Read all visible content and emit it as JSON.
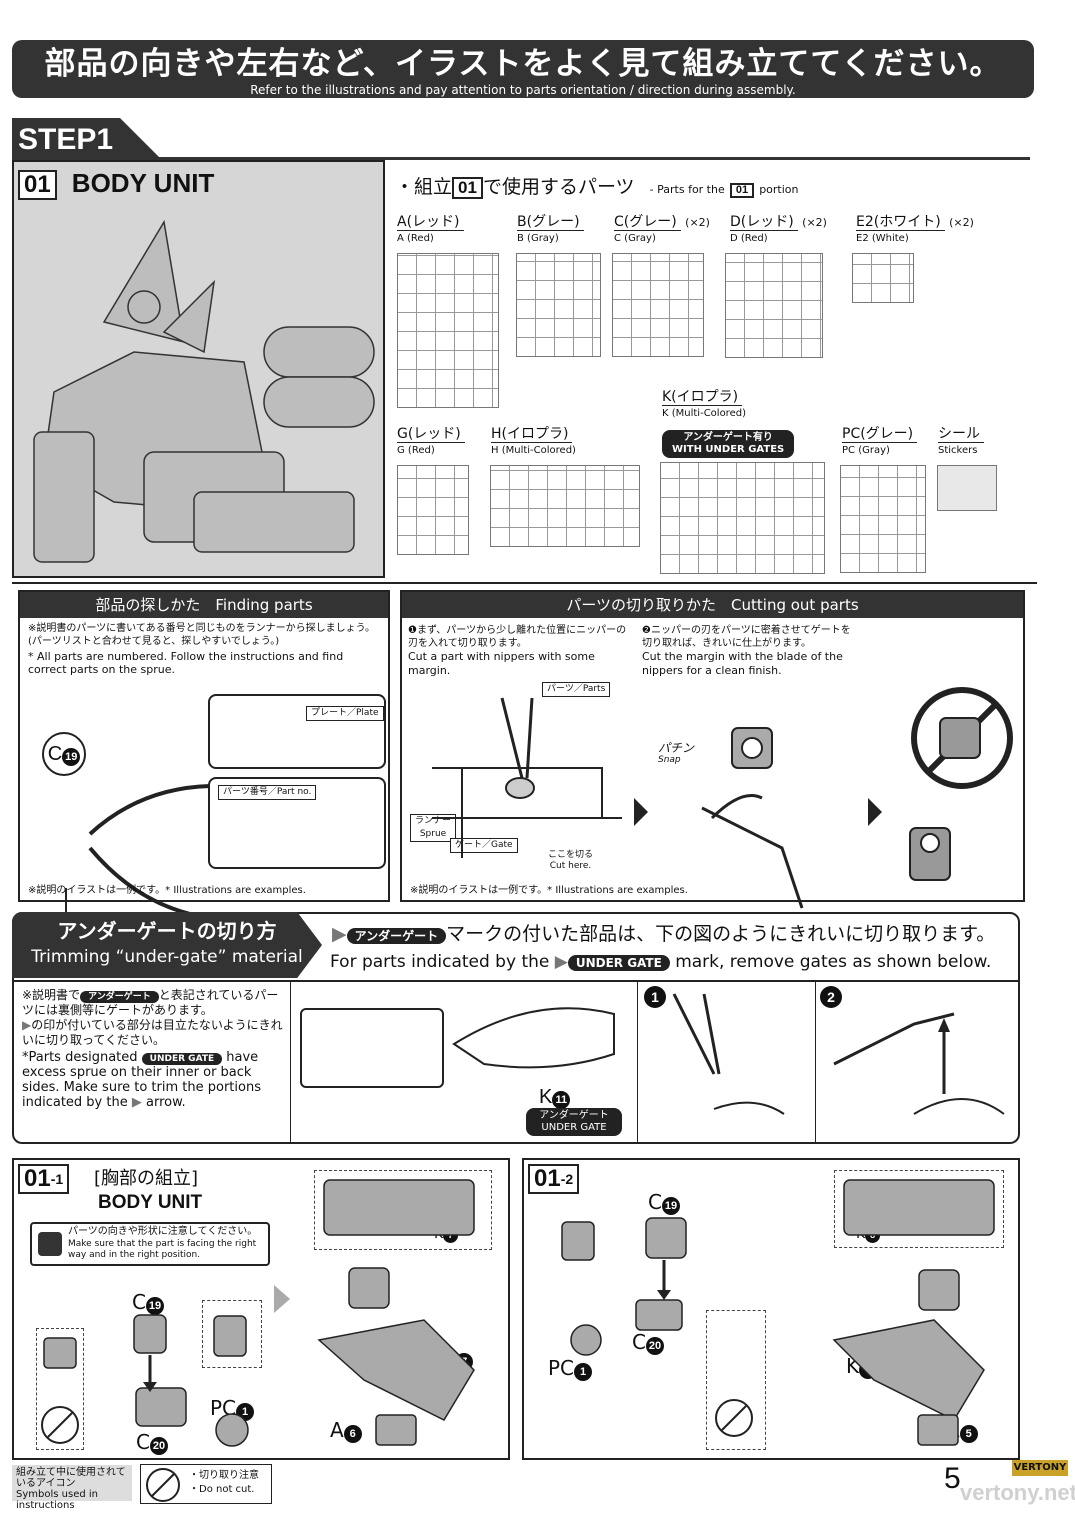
{
  "header": {
    "title_jp": "部品の向きや左右など、イラストをよく見て組み立ててください。",
    "title_en": "Refer to the illustrations and pay attention to parts orientation / direction during assembly."
  },
  "step": {
    "label": "STEP1"
  },
  "body_unit": {
    "number": "01",
    "title": "BODY UNIT"
  },
  "parts_used": {
    "prefix": "・組立",
    "number": "01",
    "suffix": "で使用するパーツ",
    "en_prefix": "- Parts for the",
    "en_suffix": "portion",
    "sprues": [
      {
        "jp": "A(レッド)",
        "en": "A (Red)",
        "qty": ""
      },
      {
        "jp": "B(グレー)",
        "en": "B (Gray)",
        "qty": ""
      },
      {
        "jp": "C(グレー)",
        "en": "C (Gray)",
        "qty": "(×2)"
      },
      {
        "jp": "D(レッド)",
        "en": "D (Red)",
        "qty": "(×2)"
      },
      {
        "jp": "E2(ホワイト)",
        "en": "E2 (White)",
        "qty": "(×2)"
      },
      {
        "jp": "G(レッド)",
        "en": "G (Red)",
        "qty": ""
      },
      {
        "jp": "H(イロプラ)",
        "en": "H (Multi-Colored)",
        "qty": ""
      },
      {
        "jp": "K(イロプラ)",
        "en": "K (Multi-Colored)",
        "qty": ""
      },
      {
        "jp": "PC(グレー)",
        "en": "PC (Gray)",
        "qty": ""
      },
      {
        "jp": "シール",
        "en": "Stickers",
        "qty": ""
      }
    ],
    "under_gate_badge_jp": "アンダーゲート有り",
    "under_gate_badge_en": "WITH UNDER GATES"
  },
  "finding_parts": {
    "title": "部品の探しかた　Finding parts",
    "note_jp": "※説明書のパーツに書いてある番号と同じものをランナーから探しましょう。(パーツリストと合わせて見ると、探しやすいでしょう。)",
    "note_en": "* All parts are numbered. Follow the instructions and find correct parts on the sprue.",
    "part_code": "C",
    "part_num": "19",
    "plate_label": "プレート／Plate",
    "partno_label": "パーツ番号／Part no.",
    "footer": "※説明のイラストは一例です。* Illustrations are examples."
  },
  "cutting_parts": {
    "title": "パーツの切り取りかた　Cutting out parts",
    "step1_jp": "❶まず、パーツから少し離れた位置にニッパーの刃を入れて切り取ります。",
    "step1_en": "Cut a part with nippers with some margin.",
    "step2_jp": "❷ニッパーの刃をパーツに密着させてゲートを切り取れば、きれいに仕上がります。",
    "step2_en": "Cut the margin with the blade of the nippers for a clean finish.",
    "parts_label": "パーツ／Parts",
    "runner_label_jp": "ランナー",
    "runner_label_en": "Sprue",
    "gate_label": "ゲート／Gate",
    "cut_here_jp": "ここを切る",
    "cut_here_en": "Cut here.",
    "snap_jp": "パチン",
    "snap_en": "Snap",
    "footer": "※説明のイラストは一例です。* Illustrations are examples."
  },
  "under_gate": {
    "title_jp": "アンダーゲートの切り方",
    "title_en": "Trimming “under-gate” material",
    "badge_jp": "アンダーゲート",
    "badge_en": "UNDER GATE",
    "desc_jp_suffix": "マークの付いた部品は、下の図のようにきれいに切り取ります。",
    "desc_en_prefix": "For parts indicated by the",
    "desc_en_suffix": "mark, remove gates as shown below.",
    "note_jp_1": "※説明書で",
    "note_jp_2": "と表記されているパーツには裏側等にゲートがあります。",
    "note_jp_3": "の印が付いている部分は目立たないようにきれいに切り取ってください。",
    "note_en_1": "*Parts designated",
    "note_en_2": "have excess sprue on their inner or back sides. Make sure to trim the portions indicated by the",
    "note_en_3": "arrow.",
    "k_code": "K",
    "k_num": "11",
    "step1": "1",
    "step2": "2"
  },
  "sub_0101": {
    "number": "01",
    "sub": "-1",
    "title_jp": "[胸部の組立]",
    "title_en": "BODY UNIT",
    "note_jp": "パーツの向きや形状に注意してください。",
    "note_en": "Make sure that the part is facing the right way and in the right position.",
    "labels": [
      {
        "code": "K",
        "num": "7"
      },
      {
        "code": "C",
        "num": "19"
      },
      {
        "code": "K",
        "num": "7"
      },
      {
        "code": "PC",
        "num": "1"
      },
      {
        "code": "C",
        "num": "20"
      },
      {
        "code": "A",
        "num": "6"
      }
    ]
  },
  "sub_0102": {
    "number": "01",
    "sub": "-2",
    "labels": [
      {
        "code": "C",
        "num": "19"
      },
      {
        "code": "K",
        "num": "8"
      },
      {
        "code": "C",
        "num": "20"
      },
      {
        "code": "PC",
        "num": "1"
      },
      {
        "code": "K",
        "num": "8"
      },
      {
        "code": "A",
        "num": "5"
      }
    ]
  },
  "footer": {
    "icons_title_jp": "組み立て中に使用されているアイコン",
    "icons_title_en": "Symbols used in instructions",
    "do_not_cut_jp": "・切り取り注意",
    "do_not_cut_en": "・Do not cut.",
    "page": "5",
    "watermark_logo": "VERTONY",
    "watermark_url": "vertony.net"
  }
}
